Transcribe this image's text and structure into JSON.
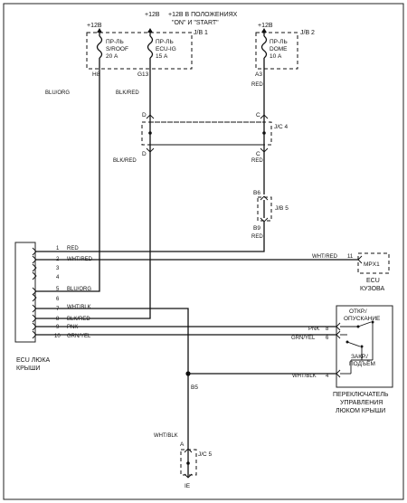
{
  "top": {
    "plus_12v_left": "+12В",
    "plus_12v_mid": "+12В",
    "plus_12v_right": "+12В",
    "ignition_note_line1": "+12В В ПОЛОЖЕНИЯХ",
    "ignition_note_line2": "\"ON\" И \"START\"",
    "jb1_label": "J/B 1",
    "jb2_label": "J/B 2"
  },
  "fuses": {
    "sroof": {
      "line1": "ПР-ЛЬ",
      "line2": "S/ROOF",
      "line3": "20 А"
    },
    "ecuig": {
      "line1": "ПР-ЛЬ",
      "line2": "ECU-IG",
      "line3": "15 А"
    },
    "dome": {
      "line1": "ПР-ЛЬ",
      "line2": "DOME",
      "line3": "10 А"
    }
  },
  "connectors": {
    "h8": "H8",
    "g13": "G13",
    "a3": "A3",
    "d_top": "D",
    "d_bottom": "D",
    "c_top": "C",
    "c_bottom": "C",
    "jc4": "J/C 4",
    "b6": "B6",
    "b9": "B9",
    "jb5": "J/B 5",
    "b5": "B5",
    "a_bottom": "A",
    "jc5": "J/C 5",
    "ie": "IE"
  },
  "wire_colors": {
    "blu_org": "BLU/ORG",
    "blk_red": "BLK/RED",
    "red_a3": "RED",
    "red_jc4_bot": "RED",
    "red_b9": "RED",
    "wht_red_mpx": "WHT/RED",
    "pnk_switch": "PNK",
    "grn_yel_switch": "GRN/YEL",
    "wht_blk_switch": "WHT/BLK",
    "wht_blk_ground": "WHT/BLK"
  },
  "ecu": {
    "title_line1": "ECU ЛЮКА",
    "title_line2": "КРЫШИ",
    "pins": [
      {
        "num": "1",
        "wire": "RED"
      },
      {
        "num": "2",
        "wire": "WHT/RED"
      },
      {
        "num": "3",
        "wire": ""
      },
      {
        "num": "4",
        "wire": ""
      },
      {
        "num": "5",
        "wire": "BLU/ORG"
      },
      {
        "num": "6",
        "wire": ""
      },
      {
        "num": "7",
        "wire": "WHT/BLK"
      },
      {
        "num": "8",
        "wire": "BLK/RED"
      },
      {
        "num": "9",
        "wire": "PNK"
      },
      {
        "num": "10",
        "wire": "GRN/YEL"
      }
    ]
  },
  "mpx": {
    "pin": "11",
    "box_label": "MPX1",
    "label_line1": "ECU",
    "label_line2": "КУЗОВА"
  },
  "switch": {
    "pin_pnk": "8",
    "pin_grnyel": "6",
    "pin_whtblk": "4",
    "open_line1": "ОТКР./",
    "open_line2": "ОПУСКАНИЕ",
    "close_line1": "ЗАКР./",
    "close_line2": "ПОДЪЁМ",
    "name_line1": "ПЕРЕКЛЮЧАТЕЛЬ",
    "name_line2": "УПРАВЛЕНИЯ",
    "name_line3": "ЛЮКОМ КРЫШИ"
  }
}
